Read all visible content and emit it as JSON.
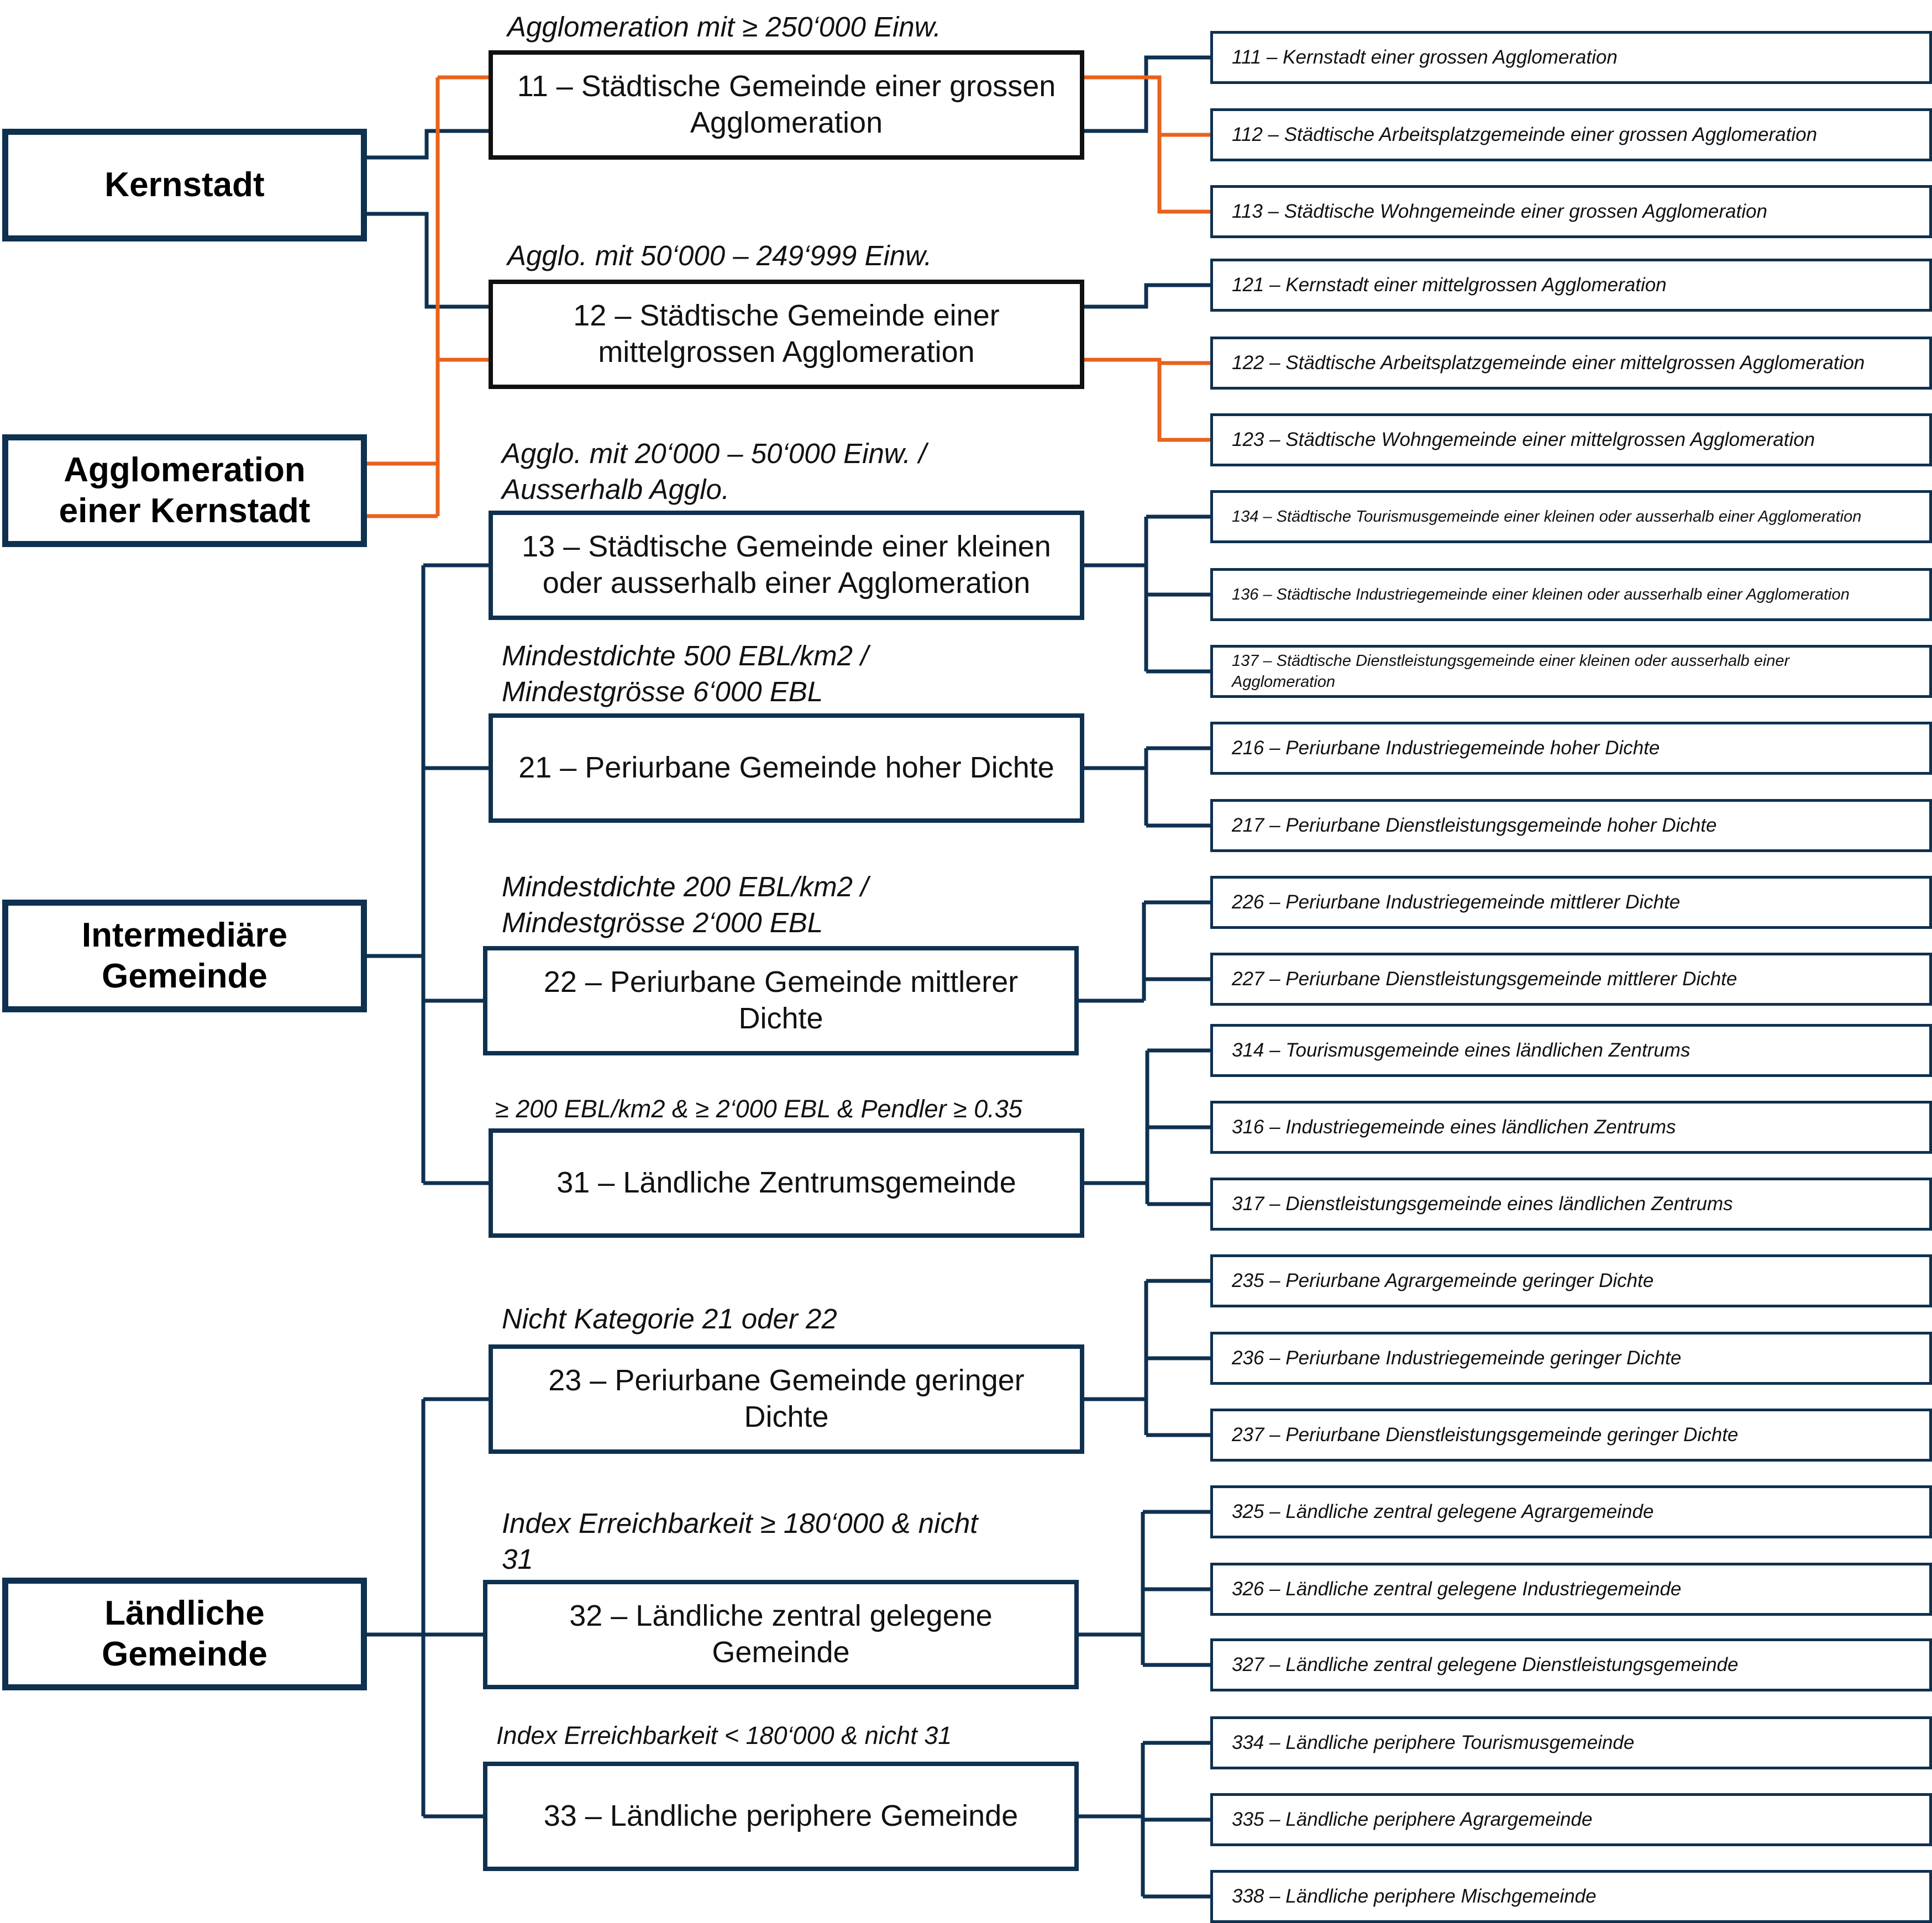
{
  "colors": {
    "navy": "#0f3150",
    "orange": "#e8621c",
    "black": "#111111"
  },
  "level1": {
    "kernstadt": "Kernstadt",
    "agglo": [
      "Agglomeration",
      "einer Kernstadt"
    ],
    "intermediaer": [
      "Intermediäre",
      "Gemeinde"
    ],
    "laendlich": [
      "Ländliche",
      "Gemeinde"
    ]
  },
  "level2": {
    "c11": {
      "label": "11 – Städtische Gemeinde einer grossen Agglomeration",
      "criterion": "Agglomeration mit ≥ 250‘000 Einw."
    },
    "c12": {
      "label": "12 – Städtische Gemeinde einer mittelgrossen Agglomeration",
      "criterion": "Agglo. mit 50‘000 – 249‘999 Einw."
    },
    "c13": {
      "label": "13 – Städtische Gemeinde einer kleinen oder ausserhalb einer Agglomeration",
      "criterion": [
        "Agglo. mit 20‘000 – 50‘000 Einw. /",
        "Ausserhalb Agglo."
      ]
    },
    "c21": {
      "label": "21 – Periurbane Gemeinde hoher Dichte",
      "criterion": [
        "Mindestdichte 500 EBL/km2 /",
        "Mindestgrösse 6‘000 EBL"
      ]
    },
    "c22": {
      "label": "22 – Periurbane Gemeinde mittlerer Dichte",
      "criterion": [
        "Mindestdichte 200 EBL/km2 /",
        "Mindestgrösse 2‘000 EBL"
      ]
    },
    "c31": {
      "label": "31 – Ländliche Zentrumsgemeinde",
      "criterion": "≥ 200 EBL/km2 & ≥ 2‘000 EBL & Pendler ≥ 0.35"
    },
    "c23": {
      "label": "23 – Periurbane Gemeinde geringer Dichte",
      "criterion": "Nicht Kategorie 21 oder 22"
    },
    "c32": {
      "label": "32 – Ländliche zentral gelegene Gemeinde",
      "criterion": [
        "Index Erreichbarkeit ≥ 180‘000 & nicht",
        "31"
      ]
    },
    "c33": {
      "label": "33 – Ländliche periphere Gemeinde",
      "criterion": "Index Erreichbarkeit < 180‘000 & nicht 31"
    }
  },
  "level3": [
    "111 – Kernstadt einer grossen Agglomeration",
    "112 – Städtische Arbeitsplatzgemeinde einer grossen Agglomeration",
    "113 – Städtische Wohngemeinde einer grossen Agglomeration",
    "121 – Kernstadt einer mittelgrossen Agglomeration",
    "122 – Städtische Arbeitsplatzgemeinde einer mittelgrossen Agglomeration",
    "123 – Städtische Wohngemeinde einer mittelgrossen Agglomeration",
    "134 – Städtische Tourismusgemeinde einer kleinen oder ausserhalb einer Agglomeration",
    "136 – Städtische Industriegemeinde einer kleinen oder ausserhalb einer Agglomeration",
    "137 – Städtische Dienstleistungsgemeinde einer kleinen oder ausserhalb einer Agglomeration",
    "216 – Periurbane Industriegemeinde hoher Dichte",
    "217 – Periurbane Dienstleistungsgemeinde hoher Dichte",
    "226 – Periurbane Industriegemeinde mittlerer Dichte",
    "227 – Periurbane Dienstleistungsgemeinde mittlerer Dichte",
    "314 – Tourismusgemeinde eines ländlichen Zentrums",
    "316 – Industriegemeinde eines ländlichen Zentrums",
    "317 – Dienstleistungsgemeinde eines ländlichen Zentrums",
    "235 – Periurbane Agrargemeinde geringer Dichte",
    "236 – Periurbane Industriegemeinde geringer Dichte",
    "237 – Periurbane Dienstleistungsgemeinde geringer Dichte",
    "325 – Ländliche zentral gelegene Agrargemeinde",
    "326 – Ländliche zentral gelegene Industriegemeinde",
    "327 – Ländliche zentral gelegene Dienstleistungsgemeinde",
    "334 – Ländliche periphere Tourismusgemeinde",
    "335 – Ländliche periphere Agrargemeinde",
    "338 – Ländliche periphere Mischgemeinde"
  ]
}
